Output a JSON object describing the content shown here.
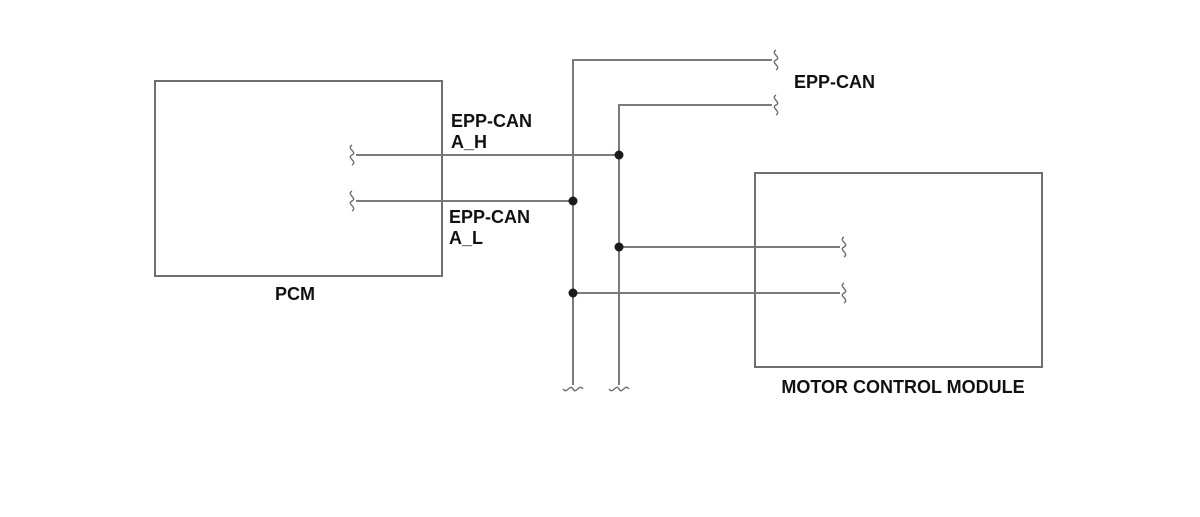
{
  "labels": {
    "pcm": "PCM",
    "motor_control_module": "MOTOR CONTROL MODULE",
    "epp_can_top": "EPP-CAN",
    "epp_can_a_h_line1": "EPP-CAN",
    "epp_can_a_h_line2": "A_H",
    "epp_can_a_l_line1": "EPP-CAN",
    "epp_can_a_l_line2": "A_L"
  },
  "colors": {
    "wire": "#7a7a7a",
    "box": "#6f6f6f",
    "node": "#1a1a1a",
    "text": "#111111"
  }
}
